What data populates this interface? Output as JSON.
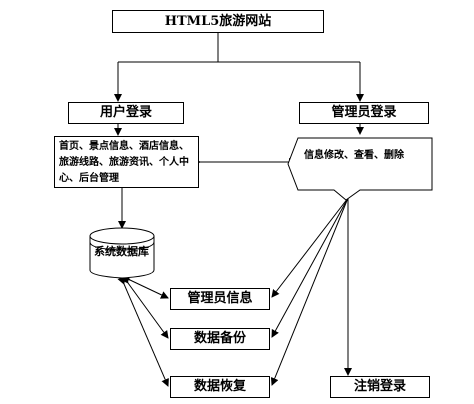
{
  "title": "HTML5旅游网站",
  "user_login": "用户登录",
  "admin_login": "管理员登录",
  "user_functions": "首页、景点信息、酒店信息、旅游线路、旅游资讯、个人中心、后台管理",
  "admin_functions": "信息修改、查看、删除",
  "database": "系统数据库",
  "admin_info": "管理员信息",
  "data_backup": "数据备份",
  "data_restore": "数据恢复",
  "logout": "注销登录"
}
